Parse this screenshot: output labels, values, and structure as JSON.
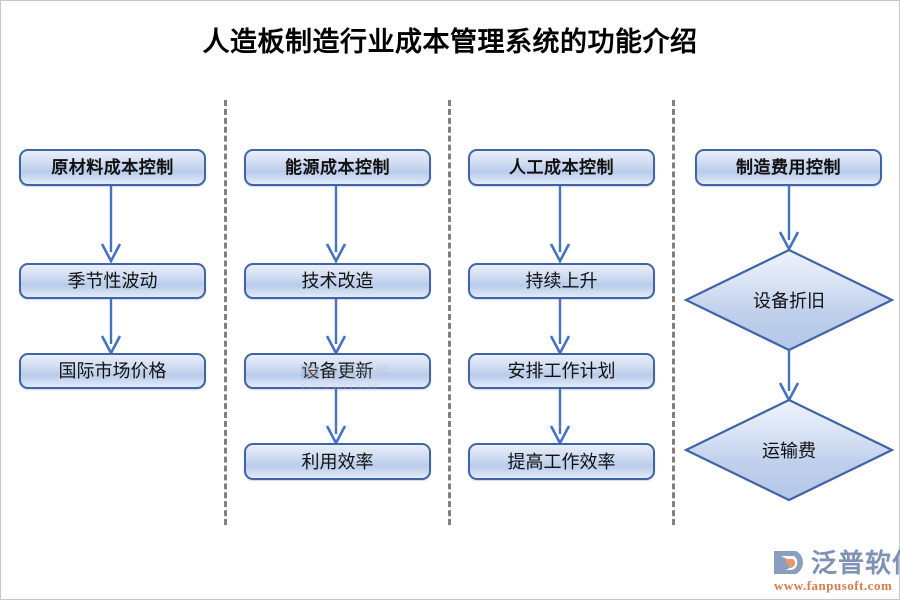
{
  "page": {
    "title": "人造板制造行业成本管理系统的功能介绍",
    "background": "#ffffff",
    "border_color": "#c8c8c8"
  },
  "theme": {
    "box_border": "#3f64a8",
    "box_fill_light": "#e9eef8",
    "box_fill_mid": "#b8cbea",
    "arrow_color": "#4472c4",
    "divider_color": "#808080",
    "text_color": "#101010",
    "logo_blue": "#7f91b5",
    "logo_orange": "#e07a4b"
  },
  "columns": [
    {
      "id": "raw-material",
      "header": {
        "label": "原材料成本控制",
        "shape": "rounded-rect"
      },
      "nodes": [
        {
          "label": "季节性波动",
          "shape": "rounded-rect"
        },
        {
          "label": "国际市场价格",
          "shape": "rounded-rect"
        }
      ]
    },
    {
      "id": "energy",
      "header": {
        "label": "能源成本控制",
        "shape": "rounded-rect"
      },
      "nodes": [
        {
          "label": "技术改造",
          "shape": "rounded-rect"
        },
        {
          "label": "设备更新",
          "shape": "rounded-rect"
        },
        {
          "label": "利用效率",
          "shape": "rounded-rect"
        }
      ]
    },
    {
      "id": "labor",
      "header": {
        "label": "人工成本控制",
        "shape": "rounded-rect"
      },
      "nodes": [
        {
          "label": "持续上升",
          "shape": "rounded-rect"
        },
        {
          "label": "安排工作计划",
          "shape": "rounded-rect"
        },
        {
          "label": "提高工作效率",
          "shape": "rounded-rect"
        }
      ]
    },
    {
      "id": "manufacturing-overhead",
      "header": {
        "label": "制造费用控制",
        "shape": "rounded-rect"
      },
      "nodes": [
        {
          "label": "设备折旧",
          "shape": "diamond"
        },
        {
          "label": "运输费",
          "shape": "diamond"
        }
      ]
    }
  ],
  "logo": {
    "name": "泛普软件",
    "url": "www.fanpusoft.com"
  },
  "watermark": {
    "name": "泛普软件",
    "url": "FANPU SOFTWARE"
  }
}
